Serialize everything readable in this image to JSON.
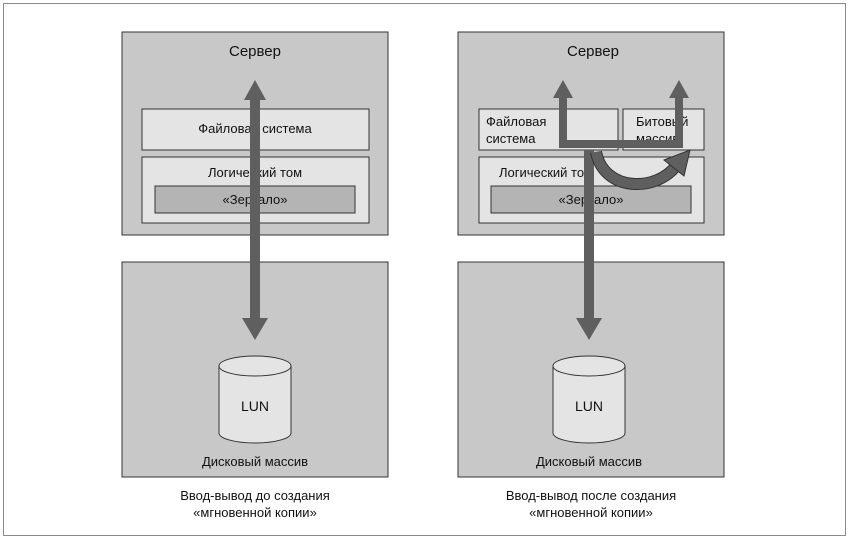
{
  "left": {
    "server_title": "Сервер",
    "filesystem_label": "Файловая система",
    "logical_volume_label": "Логический том",
    "mirror_label": "«Зеркало»",
    "lun_label": "LUN",
    "disk_array_label": "Дисковый массив",
    "caption_line1": "Ввод-вывод до создания",
    "caption_line2": "«мгновенной копии»"
  },
  "right": {
    "server_title": "Сервер",
    "filesystem_line1": "Файловая",
    "filesystem_line2": "система",
    "bitmap_line1": "Битовый",
    "bitmap_line2": "массив'",
    "logical_volume_label": "Логический том",
    "mirror_label": "«Зеркало»",
    "lun_label": "LUN",
    "disk_array_label": "Дисковый массив",
    "caption_line1": "Ввод-вывод после создания",
    "caption_line2": "«мгновенной копии»"
  },
  "colors": {
    "panel_fill": "#c8c8c8",
    "inner_fill": "#e4e4e4",
    "mirror_fill": "#b4b4b4",
    "arrow": "#5f5f5f",
    "border": "#333333"
  }
}
